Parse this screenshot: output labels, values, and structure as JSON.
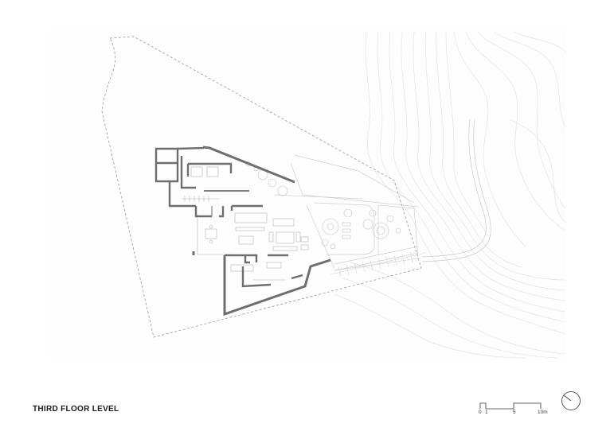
{
  "drawing": {
    "title": "THIRD FLOOR LEVEL",
    "scale_bar": {
      "labels": [
        "0",
        "1",
        "5",
        "10m"
      ],
      "unit": "m"
    },
    "north_arrow": "north-arrow-icon",
    "colors": {
      "walls": "#6e6e6e",
      "thin_lines": "#bdbdbd",
      "contours": "#e2e2e2",
      "boundary": "#8a8a8a",
      "background": "#ffffff",
      "text": "#1a1a1a"
    }
  }
}
